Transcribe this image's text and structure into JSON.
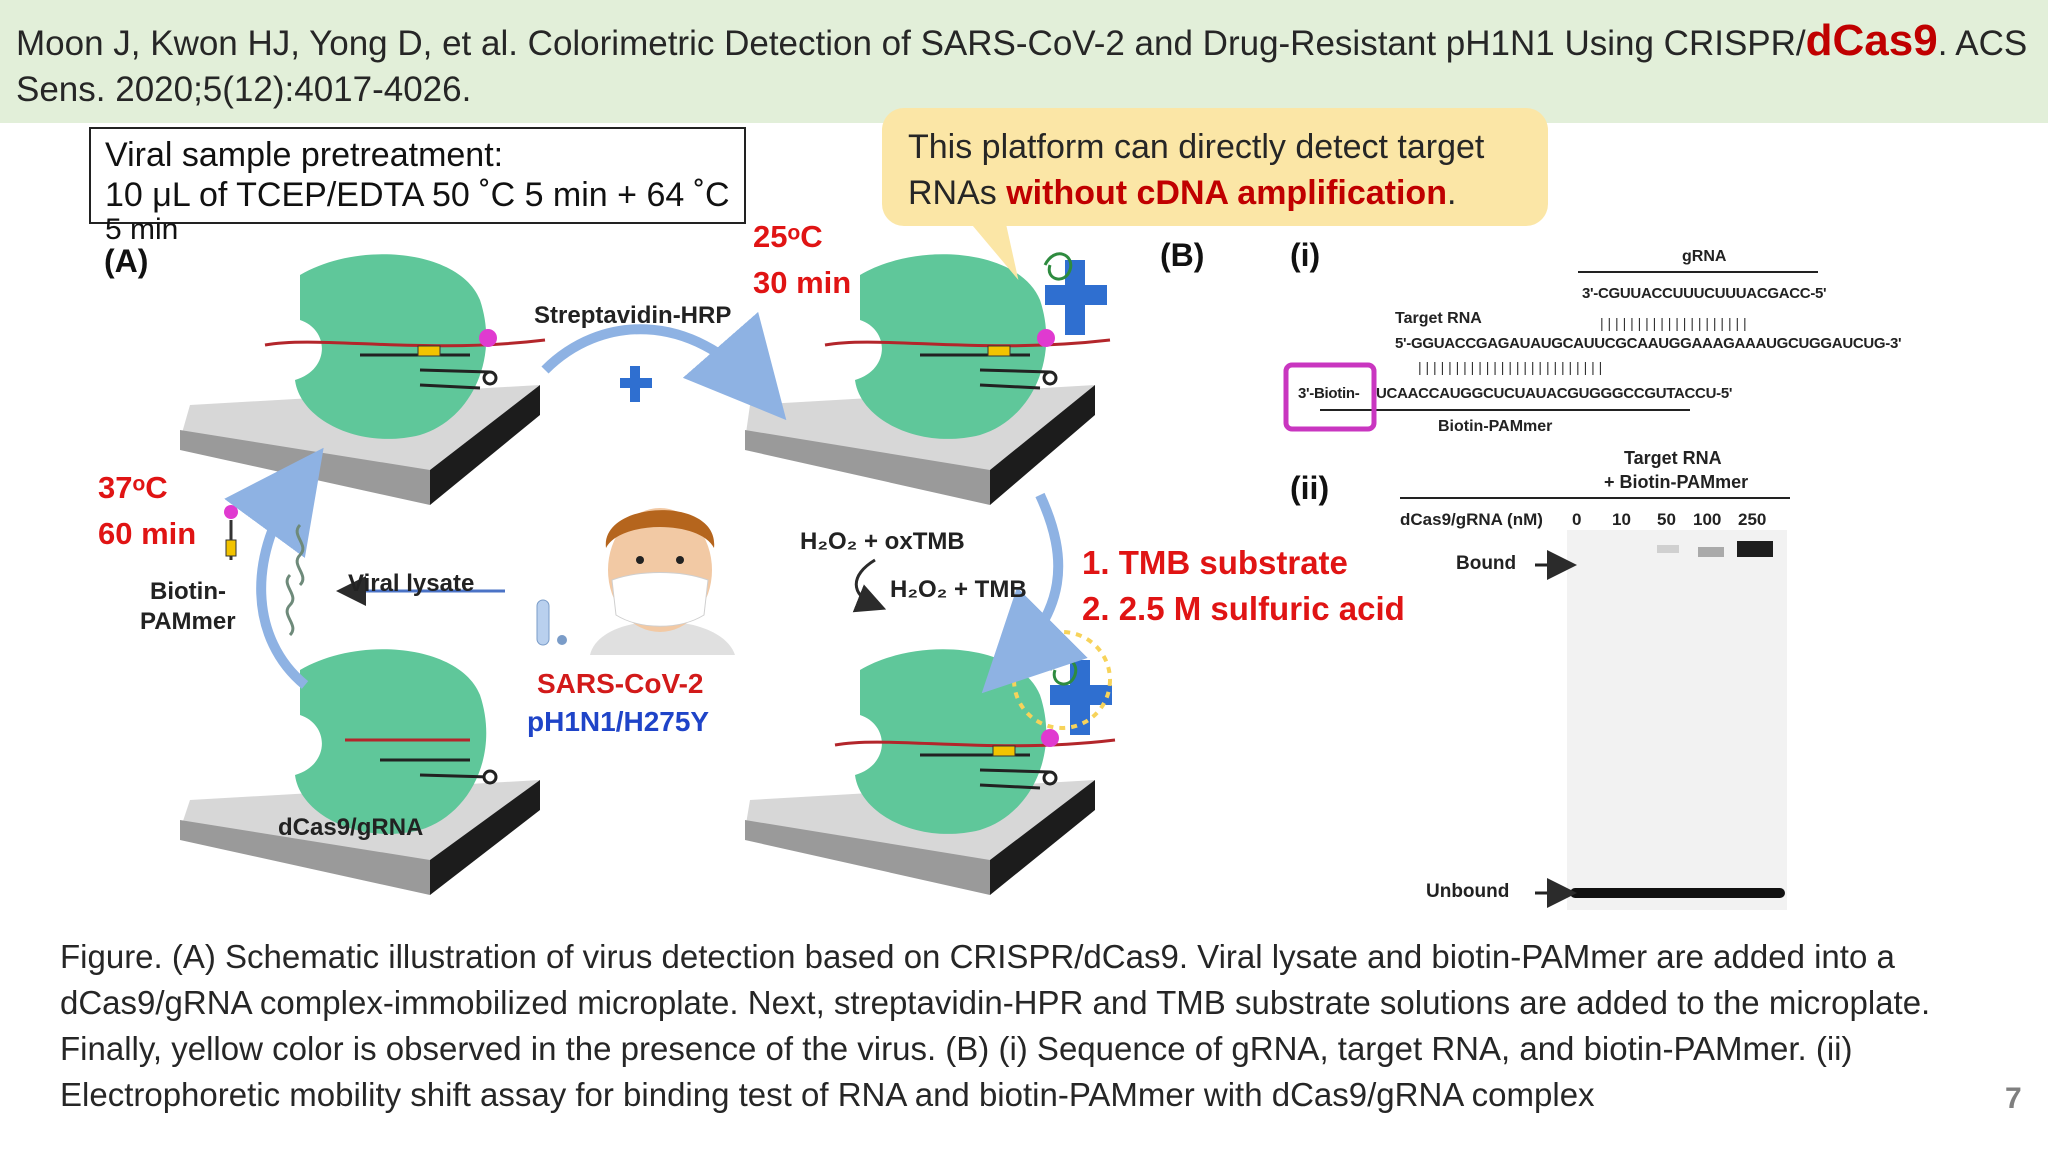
{
  "reference": {
    "text_before": "Moon J, Kwon HJ, Yong D, et al. Colorimetric Detection of SARS-CoV-2 and Drug-Resistant pH1N1 Using CRISPR/",
    "highlight": "dCas9",
    "text_after": ". ACS Sens. 2020;5(12):4017-4026."
  },
  "pretreatment": {
    "line1": "Viral sample pretreatment:",
    "line2": "10 μL of TCEP/EDTA 50 ˚C 5 min + 64 ˚C",
    "line3": "5 min"
  },
  "callout": {
    "text_before": "This platform can directly detect target RNAs ",
    "highlight": "without cDNA amplification",
    "text_after": "."
  },
  "figure_a": {
    "panel_label": "(A)",
    "step_top_temp": "25ᵒC",
    "step_top_time": "30 min",
    "step_left_temp": "37ᵒC",
    "step_left_time": "60 min",
    "streptavidin_label": "Streptavidin-HRP",
    "biotin_label_1": "Biotin-",
    "biotin_label_2": "PAMmer",
    "viral_lysate_label": "Viral lysate",
    "oxtmb_label": "H₂O₂ + oxTMB",
    "tmb_label": "H₂O₂ + TMB",
    "step1": "1.   TMB substrate",
    "step2": "2.   2.5 M sulfuric acid",
    "virus_line1": "SARS-CoV-2",
    "virus_line2": "pH1N1/H275Y",
    "complex_label": "dCas9/gRNA"
  },
  "figure_b": {
    "panel_label": "(B)",
    "sub_i": "(i)",
    "sub_ii": "(ii)",
    "grna_title": "gRNA",
    "grna_seq": "3'-CGUUACCUUUCUUUACGACC-5'",
    "target_label": "Target RNA",
    "target_seq": "5'-GGUACCGAGAUAUGCAUUCGCAAUGGAAAGAAAUGCUGGAUCUG-3'",
    "biotin_prefix": "3'-Biotin-",
    "pammer_seq_a": "UCAACCAUGGCUCUAUACGUG",
    "pammer_seq_b": "GGCC",
    "pammer_seq_c": "GUTACCU-5'",
    "pammer_label": "Biotin-PAMmer",
    "gel_title_1": "Target RNA",
    "gel_title_2": "+ Biotin-PAMmer",
    "gel_row_label": "dCas9/gRNA (nM)",
    "gel_conc": [
      "0",
      "10",
      "50",
      "100",
      "250"
    ],
    "bound_label": "Bound",
    "unbound_label": "Unbound"
  },
  "caption": "Figure. (A) Schematic illustration of virus detection based on CRISPR/dCas9. Viral lysate and biotin-PAMmer are added into a dCas9/gRNA complex-immobilized microplate. Next, streptavidin-HPR and TMB substrate solutions are added to the microplate. Finally, yellow color is observed in the presence of the virus. (B) (i) Sequence of gRNA, target RNA, and biotin-PAMmer. (ii) Electrophoretic mobility shift assay for binding test of RNA and biotin-PAMmer with dCas9/gRNA complex",
  "page_number": "7",
  "colors": {
    "header_bg": "#e2efd9",
    "callout_bg": "#fbe6a6",
    "accent_red": "#c00000",
    "step_red": "#e01414",
    "virus_blue": "#1f44c8",
    "protein_green": "#5fc79a",
    "highlight_magenta": "#c936c0"
  },
  "icons": [
    "arrow-icon",
    "hrp-enzyme-icon",
    "face-mask-person-icon",
    "tube-icon",
    "rna-strand-icon",
    "biotin-pammer-icon"
  ]
}
